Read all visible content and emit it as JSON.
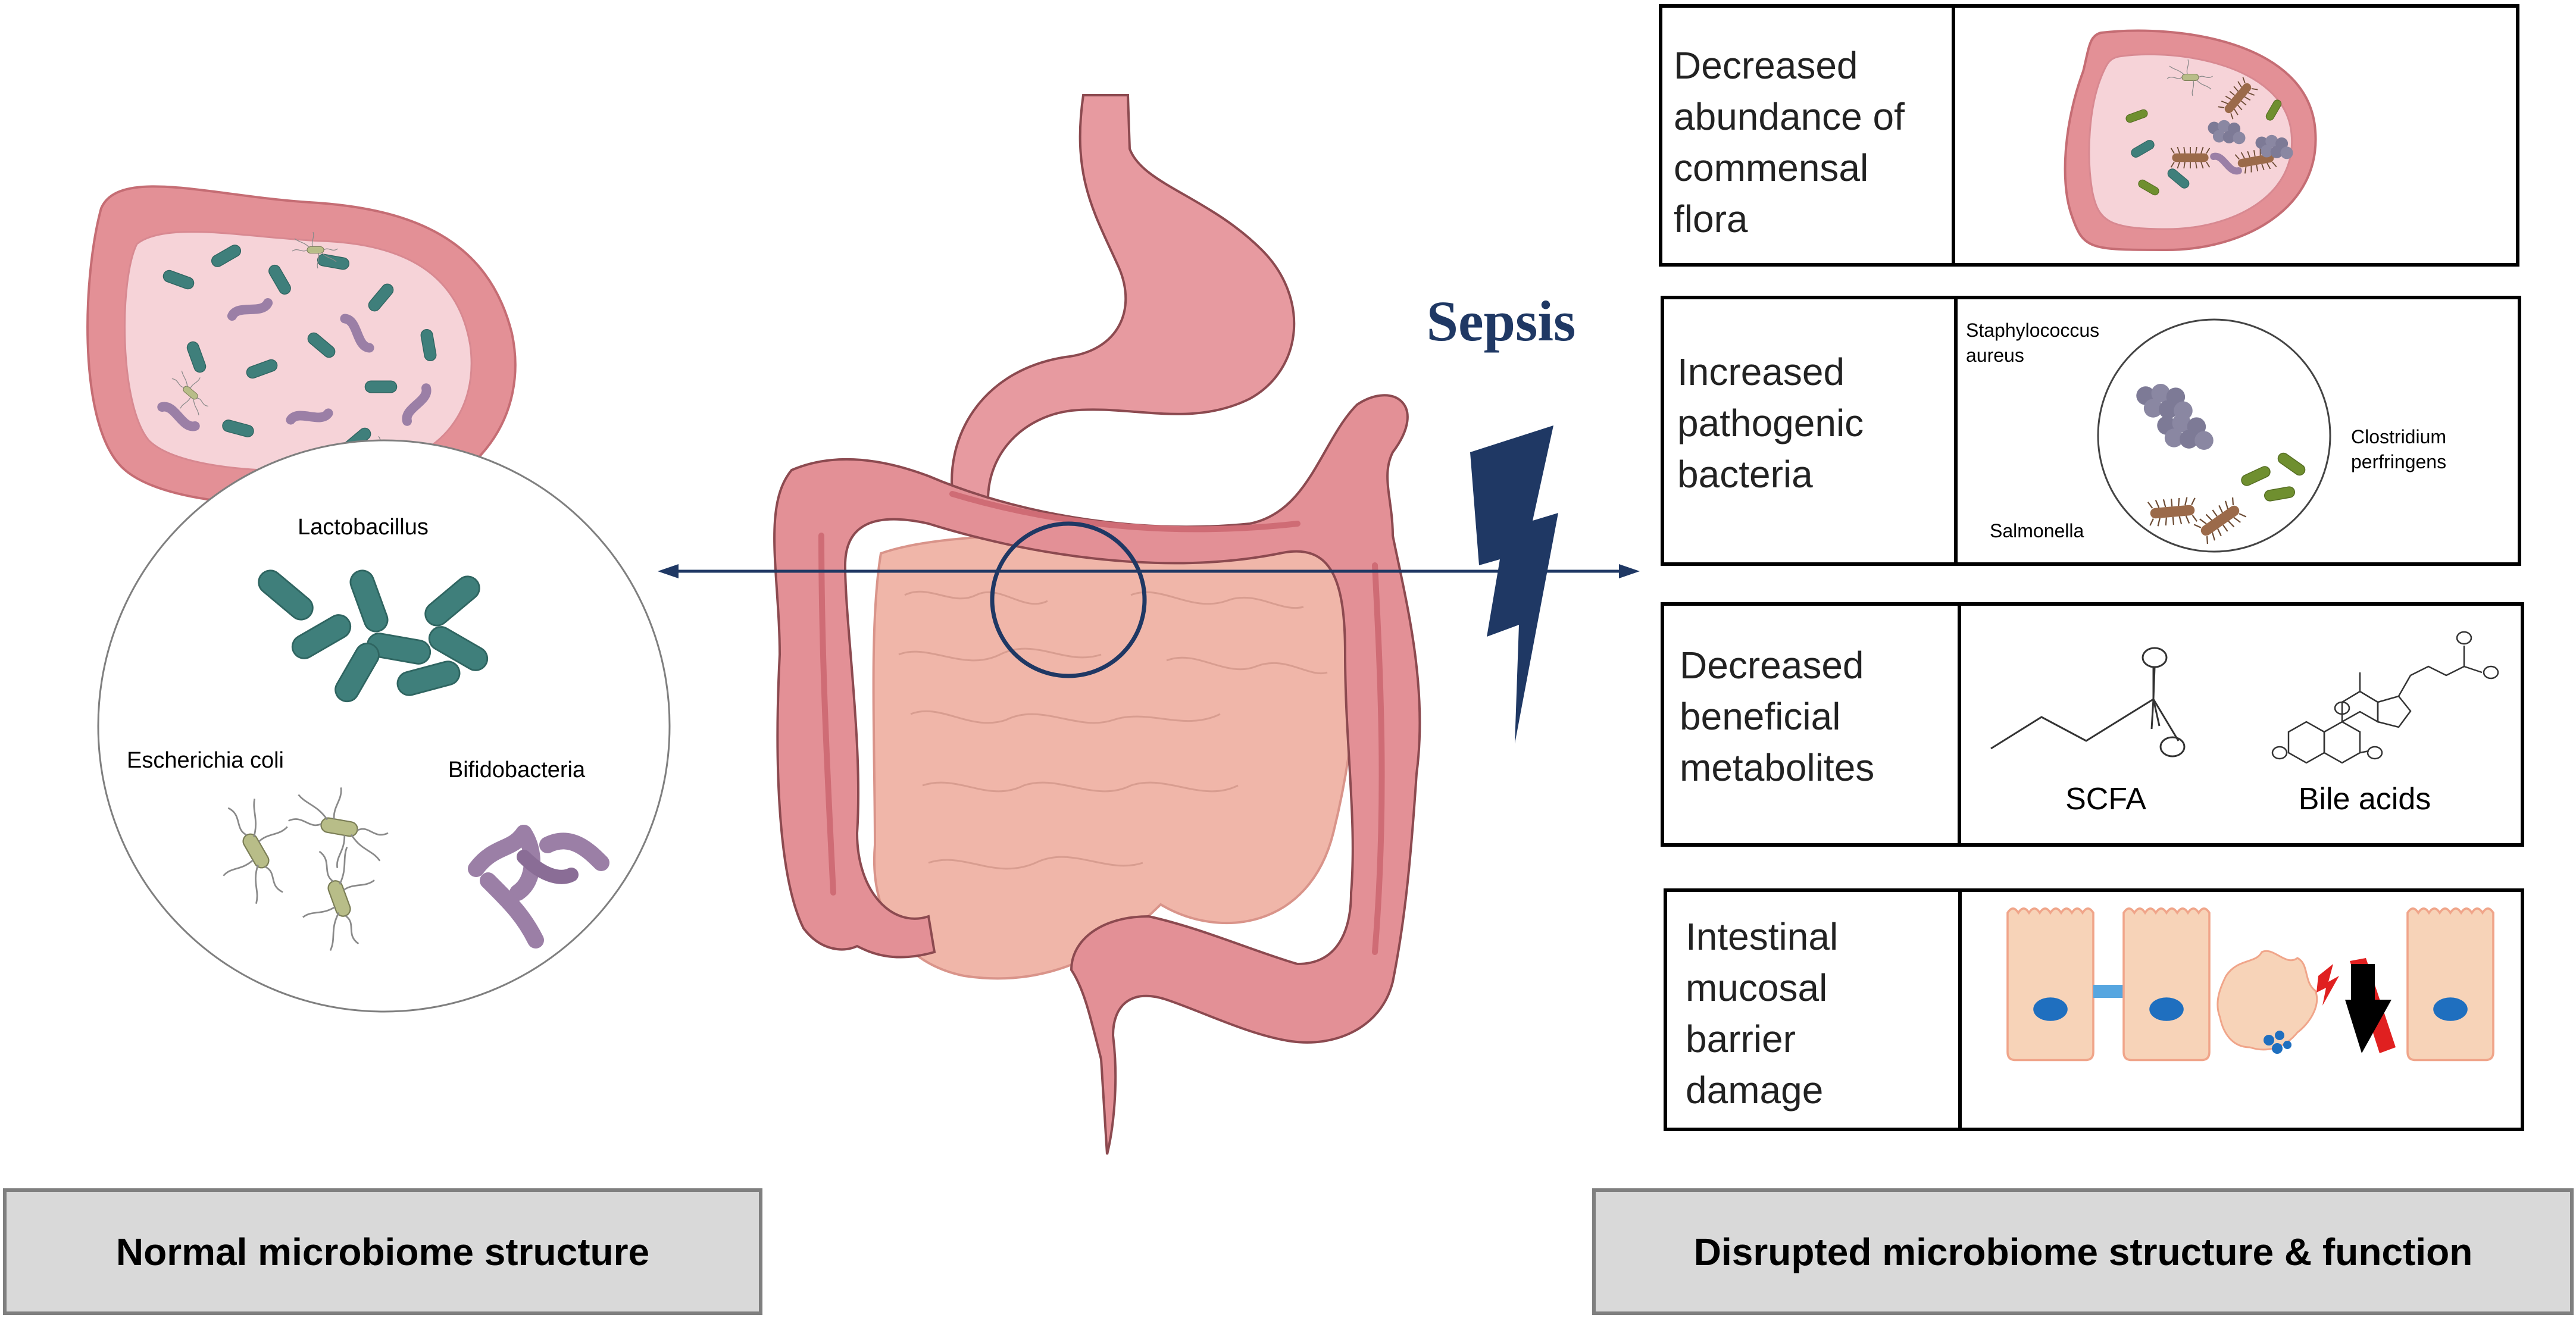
{
  "labels": {
    "sepsis": "Sepsis",
    "normal_footer": "Normal microbiome structure",
    "disrupted_footer": "Disrupted microbiome structure & function",
    "lactobacillus": "Lactobacillus",
    "escherichia_coli": "Escherichia coli",
    "bifidobacteria": "Bifidobacteria"
  },
  "panels": [
    {
      "lines": [
        "Decreased",
        "abundance of",
        "commensal",
        "flora"
      ]
    },
    {
      "lines": [
        "Increased",
        "pathogenic",
        "bacteria"
      ],
      "staph": [
        "Staphylococcus",
        "aureus"
      ],
      "clostridium": [
        "Clostridium",
        "perfringens"
      ],
      "salmonella": "Salmonella"
    },
    {
      "lines": [
        "Decreased",
        "beneficial",
        "metabolites"
      ],
      "scfa": "SCFA",
      "bile": "Bile acids"
    },
    {
      "lines": [
        "Intestinal",
        "mucosal",
        "barrier",
        "damage"
      ]
    }
  ],
  "colors": {
    "navy": "#1f3864",
    "gut_outer": "#e39096",
    "gut_inner": "#f0b6a9",
    "lumen": "#f6d3d8",
    "teal": "#3f7f7b",
    "purple": "#9b7fa6",
    "olive": "#6f8f2f",
    "staph": "#7d7a96",
    "cell": "#f7d3b8",
    "nucleus": "#1f6fbf",
    "footer_bg": "#d9d9d9"
  }
}
